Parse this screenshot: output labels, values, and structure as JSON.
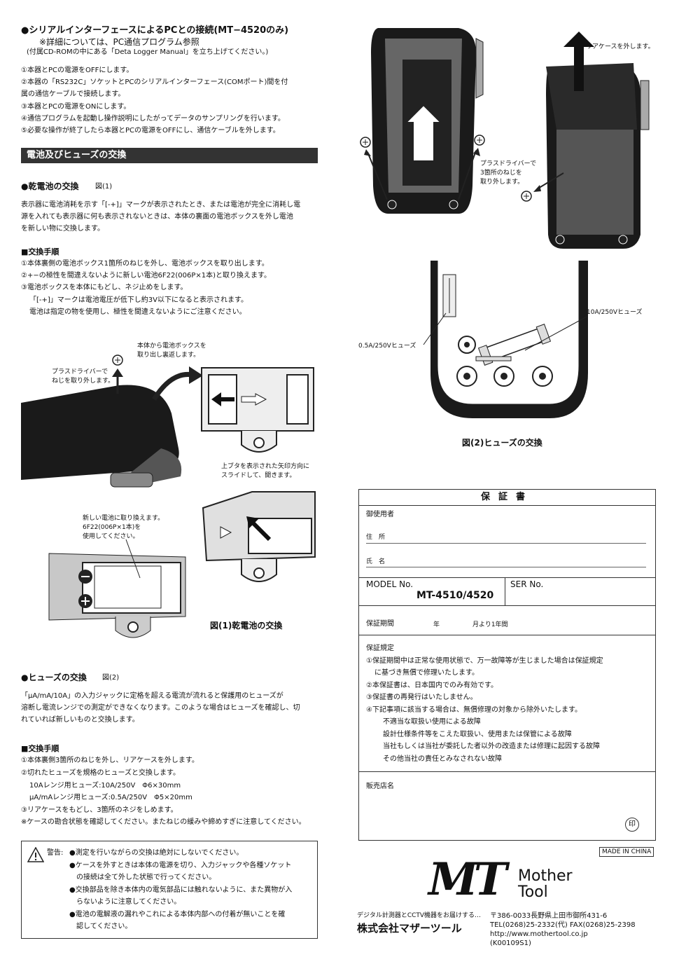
{
  "serial_section": {
    "title": "●シリアルインターフェースによるPCとの接続(MT−4520のみ)",
    "note1": "※詳細については、PC通信プログラム参照",
    "note2": "(付属CD-ROMの中にある「Deta Logger Manual」を立ち上げてください。)",
    "steps": [
      "①本器とPCの電源をOFFにします。",
      "②本器の「RS232C」ソケットとPCのシリアルインターフェース(COMポート)間を付",
      "属の通信ケーブルで接続します。",
      "③本器とPCの電源をONにします。",
      "④通信プログラムを起動し操作説明にしたがってデータのサンプリングを行います。",
      "⑤必要な操作が終了したら本器とPCの電源をOFFにし、通信ケーブルを外します。"
    ]
  },
  "battery_section": {
    "bar_title": "電池及びヒューズの交換",
    "dry_title": "●乾電池の交換",
    "dry_fig": "図(1)",
    "desc": [
      "表示器に電池消耗を示す「[-+]」マークが表示されたとき、または電池が完全に消耗し電",
      "源を入れても表示器に何も表示されないときは、本体の裏面の電池ボックスを外し電池",
      "を新しい物に交換します。"
    ],
    "proc_title": "■交換手順",
    "proc": [
      "①本体裏側の電池ボックス1箇所のねじを外し、電池ボックスを取り出します。",
      "②+−の極性を間違えないように新しい電池6F22(006P×1本)と取り換えます。",
      "③電池ボックスを本体にもどし、ネジ止めをします。",
      "「[-+]」マークは電池電圧が低下し約3V以下になると表示されます。",
      "電池は指定の物を使用し、極性を間違えないようにご注意ください。"
    ]
  },
  "figure1": {
    "label_box": "本体から電池ボックスを",
    "label_box2": "取り出し裏返します。",
    "label_driver": "プラスドライバーで",
    "label_driver2": "ねじを取り外します。",
    "label_slide": "上ブタを表示された矢印方向に",
    "label_slide2": "スライドして、開きます。",
    "label_new": "新しい電池に取り換えます。",
    "label_new2": "6F22(006P×1本)を",
    "label_new3": "使用してください。",
    "caption": "図(1)乾電池の交換"
  },
  "fuse_section": {
    "title": "●ヒューズの交換",
    "fig": "図(2)",
    "desc": [
      "「μA/mA/10A」の入力ジャックに定格を超える電流が流れると保護用のヒューズが",
      "溶断し電流レンジでの測定ができなくなります。このような場合はヒューズを確認し、切",
      "れていれば新しいものと交換します。"
    ],
    "proc_title": "■交換手順",
    "proc": [
      "①本体裏側3箇所のねじを外し、リアケースを外します。",
      "②切れたヒューズを規格のヒューズと交換します。",
      "10Aレンジ用ヒューズ:10A/250V　Φ6×30mm",
      "μA/mAレンジ用ヒューズ:0.5A/250V　Φ5×20mm",
      "③リアケースをもどし、3箇所のネジをしめます。",
      "※ケースの勘合状態を確認してください。またねじの緩みや締めすぎに注意してください。"
    ]
  },
  "warning": {
    "label": "警告:",
    "items": [
      "●測定を行いながらの交換は絶対にしないでください。",
      "●ケースを外すときは本体の電源を切り、入力ジャックや各種ソケット",
      "の接続は全て外した状態で行ってください。",
      "●交換部品を除き本体内の電気部品には触れないように、また異物が入",
      "らないように注意してください。",
      "●電池の電解液の漏れやこれによる本体内部への付着が無いことを確",
      "認してください。"
    ]
  },
  "figure_top_right": {
    "label_rear": "リアケースを外します。",
    "label_driver": "プラスドライバーで",
    "label_driver2": "3箇所のねじを",
    "label_driver3": "取り外します。"
  },
  "figure2": {
    "label_10a": "10A/250Vヒューズ",
    "label_05a": "0.5A/250Vヒューズ",
    "caption": "図(2)ヒューズの交換"
  },
  "warranty": {
    "title": "保証書",
    "user": "御使用者",
    "address": "住　所",
    "name": "氏　名",
    "model_label": "MODEL No.",
    "model_value": "MT-4510/4520",
    "ser_label": "SER No.",
    "period_label": "保証期間",
    "period_year": "年",
    "period_month": "月より1年間",
    "rules_title": "保証規定",
    "rules": [
      "①保証期間中は正常な使用状態で、万一故障等が生じました場合は保証規定",
      "に基づき無償で修理いたします。",
      "②本保証書は、日本国内でのみ有効です。",
      "③保証書の再発行はいたしません。",
      "④下記事項に該当する場合は、無償修理の対象から除外いたします。",
      "不適当な取扱い使用による故障",
      "設計仕様条件等をこえた取扱い、使用または保管による故障",
      "当社もしくは当社が委託した者以外の改造または修理に起因する故障",
      "その他当社の責任とみなされない故障"
    ],
    "shop": "販売店名",
    "seal": "印"
  },
  "footer": {
    "made_in": "MADE IN CHINA",
    "logo_mark": "MT",
    "logo_word1": "Mother",
    "logo_word2": "Tool",
    "tagline": "デジタル計測器とCCTV機器をお届けする…",
    "company": "株式会社マザーツール",
    "address": "〒386-0033長野県上田市御所431-6",
    "tel": "TEL(0268)25-2332(代) FAX(0268)25-2398",
    "url": "http://www.mothertool.co.jp",
    "code": "(K00109S1)"
  }
}
